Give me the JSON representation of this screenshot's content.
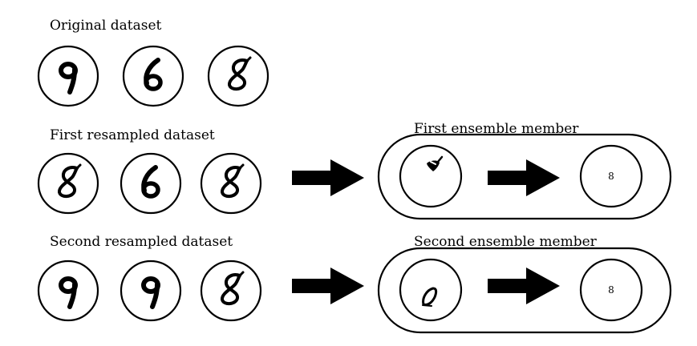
{
  "labels": {
    "original": "Original dataset",
    "first_resampled": "First resampled dataset",
    "second_resampled": "Second resampled dataset",
    "first_member": "First ensemble member",
    "second_member": "Second ensemble member"
  },
  "rows": [
    {
      "name": "original",
      "digits": [
        "9",
        "6",
        "8"
      ]
    },
    {
      "name": "first-resampled",
      "digits": [
        "8",
        "6",
        "8"
      ]
    },
    {
      "name": "second-resampled",
      "digits": [
        "9",
        "9",
        "8"
      ]
    }
  ],
  "ensemble": [
    {
      "name": "first",
      "input_glyph": "filter-blob",
      "output": "8"
    },
    {
      "name": "second",
      "input_glyph": "filter-blob",
      "output": "8"
    }
  ]
}
